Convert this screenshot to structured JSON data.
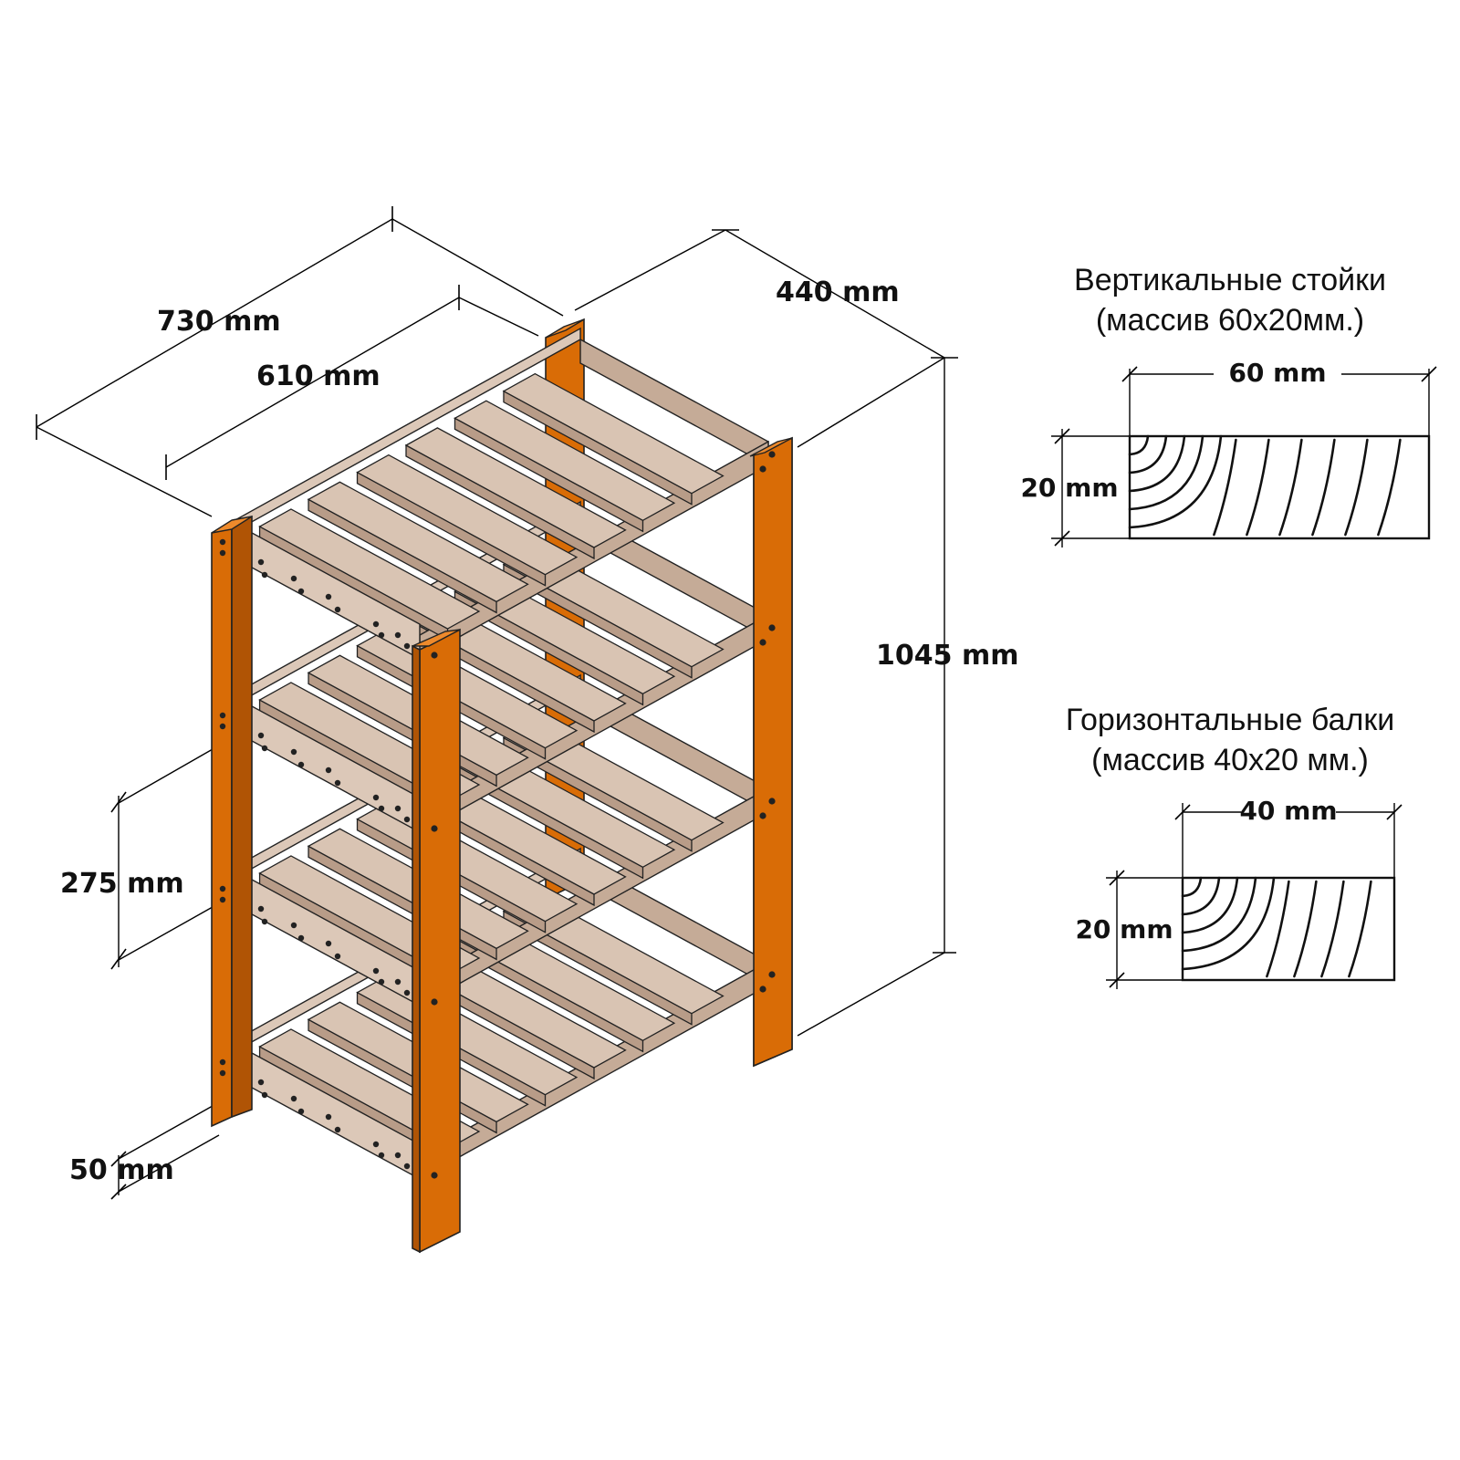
{
  "dimensions": {
    "length_outer": "730 mm",
    "length_inner": "610 mm",
    "depth": "440 mm",
    "height": "1045 mm",
    "shelf_spacing": "275 mm",
    "bottom_clearance": "50 mm"
  },
  "posts_section": {
    "caption_line1": "Вертикальные стойки",
    "caption_line2": "(массив 60х20мм.)",
    "width_label": "60 mm",
    "height_label": "20 mm"
  },
  "beams_section": {
    "caption_line1": "Горизонтальные балки",
    "caption_line2": "(массив 40х20 мм.)",
    "width_label": "40 mm",
    "height_label": "20 mm"
  },
  "colors": {
    "post": "#d96c06",
    "wood": "#d9c4b3"
  }
}
